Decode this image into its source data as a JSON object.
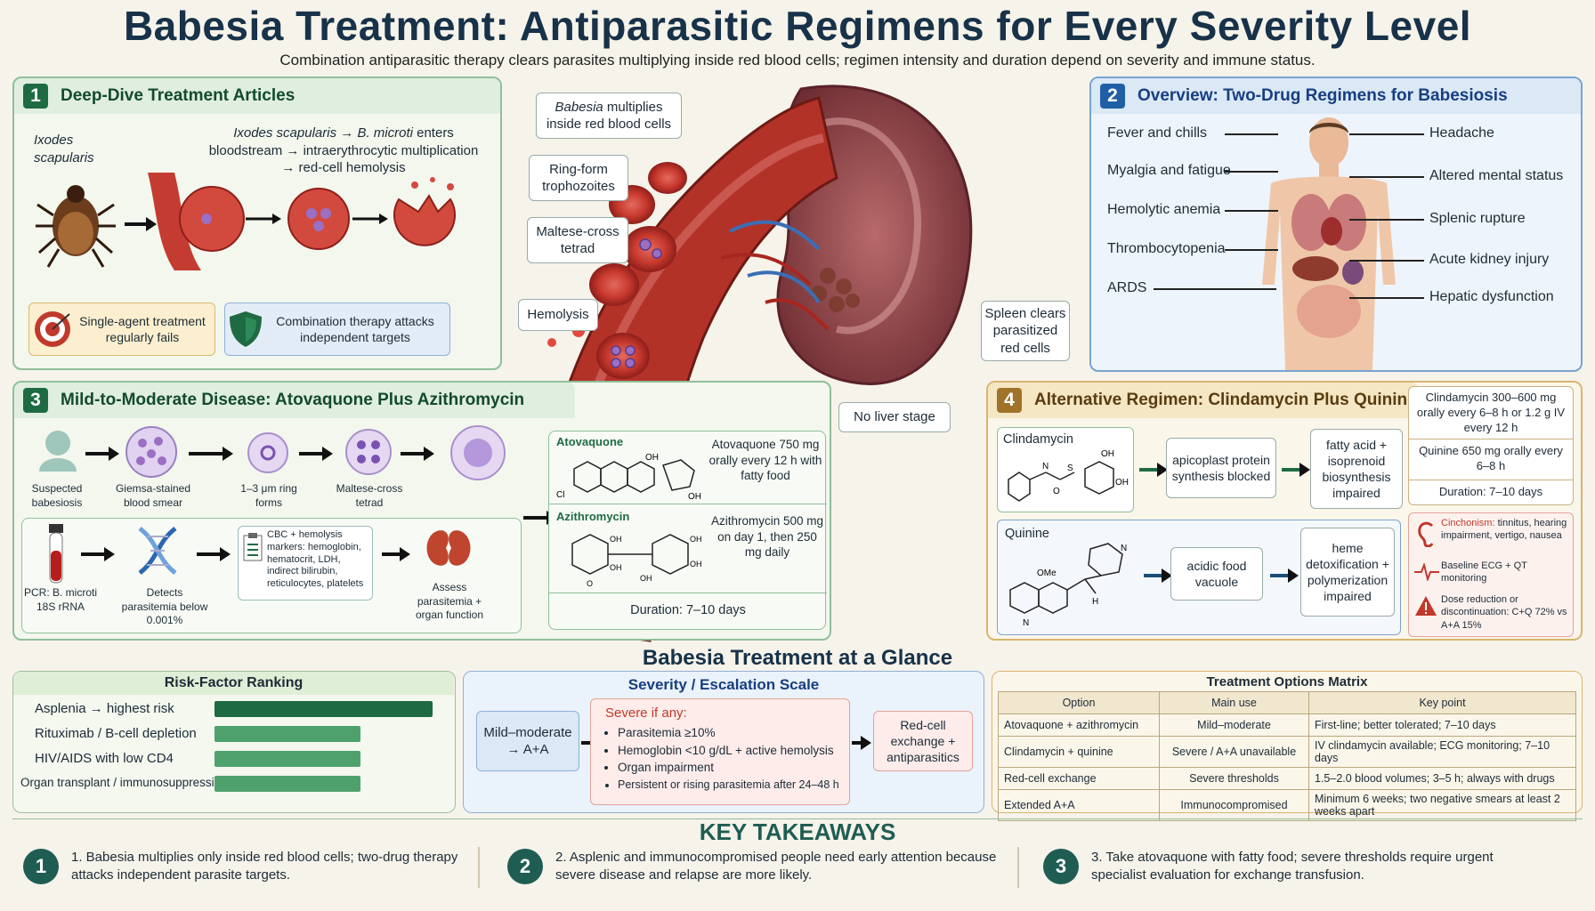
{
  "title": "Babesia Treatment: Antiparasitic Regimens for Every Severity Level",
  "subtitle": "Combination antiparasitic therapy clears parasites multiplying inside red blood cells; regimen intensity and duration depend on severity and immune status.",
  "colors": {
    "green": "#1e6b43",
    "blue": "#1f5fa6",
    "orange": "#a0732a",
    "red": "#c0392b"
  },
  "center": {
    "label_multiply": "Babesia multiplies inside red blood cells",
    "label_multiply_em": "Babesia",
    "label_multiply_rest": " multiplies inside red blood cells",
    "ring": "Ring-form trophozoites",
    "maltese": "Maltese-cross tetrad",
    "hemolysis": "Hemolysis",
    "spleen": "Spleen clears parasitized red cells",
    "liver": "No liver stage"
  },
  "p1": {
    "num": "1",
    "title": "Deep-Dive Treatment Articles",
    "tick_label": "Ixodes scapularis",
    "chain_em1": "Ixodes scapularis",
    "chain_arrow1": " → ",
    "chain_em2": "B. microti",
    "chain_rest": " enters bloodstream → intraerythrocytic multiplication → red-cell hemolysis",
    "single": "Single-agent treatment regularly fails",
    "combo": "Combination therapy attacks independent targets",
    "icons": [
      "target-icon",
      "shield-icon",
      "tick-icon"
    ]
  },
  "p2": {
    "num": "2",
    "title": "Overview: Two-Drug Regimens for Babesiosis",
    "left": [
      "Fever and chills",
      "Myalgia and fatigue",
      "Hemolytic anemia",
      "Thrombocytopenia",
      "ARDS"
    ],
    "right": [
      "Headache",
      "Altered mental status",
      "Splenic rupture",
      "Acute kidney injury",
      "Hepatic dysfunction"
    ]
  },
  "p3": {
    "num": "3",
    "title": "Mild-to-Moderate Disease: Atovaquone Plus Azithromycin",
    "steps": [
      "Suspected babesiosis",
      "Giemsa-stained blood smear",
      "1–3 μm ring forms",
      "Maltese-cross tetrad"
    ],
    "pcr": "PCR: B. microti 18S rRNA",
    "detects": "Detects parasitemia below 0.001%",
    "cbc": "CBC + hemolysis markers: hemoglobin, hematocrit, LDH, indirect bilirubin, reticulocytes, platelets",
    "assess": "Assess parasitemia + organ function",
    "atov_name": "Atovaquone",
    "atov_dose": "Atovaquone 750 mg orally every 12 h with fatty food",
    "azi_name": "Azithromycin",
    "azi_dose": "Azithromycin 500 mg on day 1, then 250 mg daily",
    "duration": "Duration: 7–10 days",
    "chem": [
      "OH",
      "Cl",
      "OH",
      "OH",
      "OH",
      "OH",
      "OH",
      "OH",
      "O"
    ]
  },
  "p4": {
    "num": "4",
    "title": "Alternative Regimen: Clindamycin Plus Quinine",
    "clinda": "Clindamycin",
    "clinda_m1": "apicoplast protein synthesis blocked",
    "clinda_m2": "fatty acid + isoprenoid biosynthesis impaired",
    "quinine": "Quinine",
    "quin_m1": "acidic food vacuole",
    "quin_m2": "heme detoxification + polymerization impaired",
    "dose1": "Clindamycin 300–600 mg orally every 6–8 h or 1.2 g IV every 12 h",
    "dose2": "Quinine 650 mg orally every 6–8 h",
    "duration": "Duration: 7–10 days",
    "warn1_em": "Cinchonism:",
    "warn1": " tinnitus, hearing impairment, vertigo, nausea",
    "warn2": "Baseline ECG + QT monitoring",
    "warn3": "Dose reduction or discontinuation: C+Q 72% vs A+A 15%",
    "chem": [
      "OH",
      "OH",
      "N",
      "S",
      "O",
      "OMe",
      "N",
      "N",
      "H"
    ]
  },
  "glance": "Babesia Treatment at a Glance",
  "risk": {
    "title": "Risk-Factor Ranking",
    "items": [
      {
        "label": "Asplenia → highest risk",
        "value": 1.0
      },
      {
        "label": "Rituximab / B-cell depletion",
        "value": 0.67
      },
      {
        "label": "HIV/AIDS with low CD4",
        "value": 0.67
      },
      {
        "label": "Organ transplant / immunosuppression",
        "value": 0.67
      }
    ]
  },
  "severity": {
    "title": "Severity / Escalation Scale",
    "mild": "Mild–moderate → A+A",
    "severe_title": "Severe if any:",
    "severe_items": [
      "Parasitemia ≥10%",
      "Hemoglobin <10 g/dL + active hemolysis",
      "Organ impairment",
      "Persistent or rising parasitemia after 24–48 h"
    ],
    "exchange": "Red-cell exchange + antiparasitics"
  },
  "matrix": {
    "title": "Treatment Options Matrix",
    "headers": [
      "Option",
      "Main use",
      "Key point"
    ],
    "rows": [
      [
        "Atovaquone + azithromycin",
        "Mild–moderate",
        "First-line; better tolerated; 7–10 days"
      ],
      [
        "Clindamycin + quinine",
        "Severe / A+A unavailable",
        "IV clindamycin available; ECG monitoring; 7–10 days"
      ],
      [
        "Red-cell exchange",
        "Severe thresholds",
        "1.5–2.0 blood volumes; 3–5 h; always with drugs"
      ],
      [
        "Extended A+A",
        "Immunocompromised",
        "Minimum 6 weeks; two negative smears at least 2 weeks apart"
      ]
    ]
  },
  "takeaways": {
    "title": "KEY TAKEAWAYS",
    "items": [
      {
        "num": "1",
        "text": "1. Babesia multiplies only inside red blood cells; two-drug therapy attacks independent parasite targets."
      },
      {
        "num": "2",
        "text": "2. Asplenic and immunocompromised people need early attention because severe disease and relapse are more likely."
      },
      {
        "num": "3",
        "text": "3. Take atovaquone with fatty food; severe thresholds require urgent specialist evaluation for exchange transfusion."
      }
    ]
  }
}
